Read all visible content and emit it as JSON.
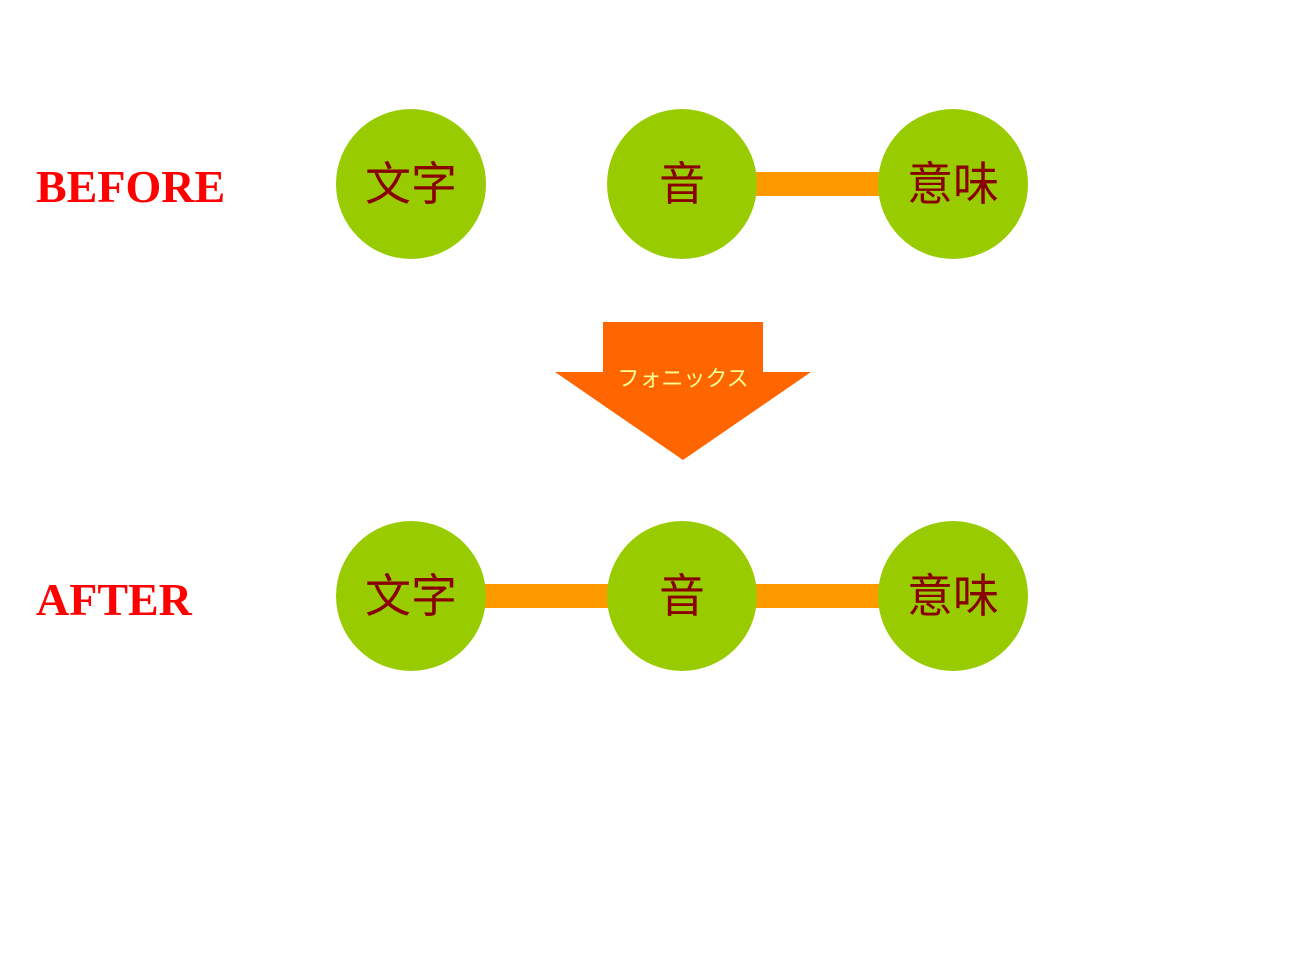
{
  "colors": {
    "label": "#ff0000",
    "node_fill": "#99cc00",
    "node_text": "#880000",
    "connector": "#ff9900",
    "arrow_fill": "#ff6600",
    "arrow_text": "#ffff99"
  },
  "before": {
    "label": "BEFORE",
    "nodes": [
      "文字",
      "音",
      "意味"
    ],
    "links": [
      [
        "音",
        "意味"
      ]
    ]
  },
  "arrow": {
    "label": "フォニックス",
    "icon": "down-arrow-icon"
  },
  "after": {
    "label": "AFTER",
    "nodes": [
      "文字",
      "音",
      "意味"
    ],
    "links": [
      [
        "文字",
        "音"
      ],
      [
        "音",
        "意味"
      ]
    ]
  }
}
